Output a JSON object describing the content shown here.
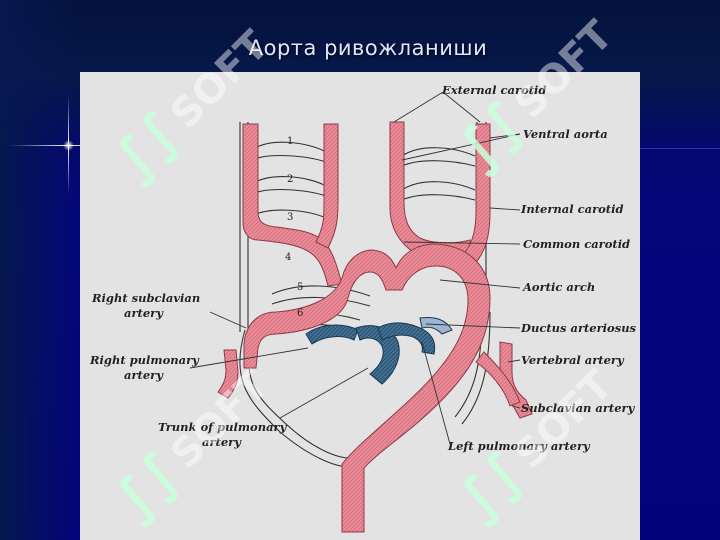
{
  "slide": {
    "title": "Аорта ривожланиши"
  },
  "watermark": {
    "text": "SOFT",
    "logo_glyph": "∫∫"
  },
  "diagram": {
    "labels": {
      "external_carotid": "External carotid",
      "ventral_aorta": "Ventral aorta",
      "internal_carotid": "Internal carotid",
      "common_carotid": "Common carotid",
      "aortic_arch": "Aortic arch",
      "ductus_arteriosus": "Ductus arteriosus",
      "vertebral_artery": "Vertebral artery",
      "subclavian_artery": "Subclavian artery",
      "left_pulmonary_artery": "Left pulmonary artery",
      "right_subclavian_artery_1": "Right subclavian",
      "right_subclavian_artery_2": "artery",
      "right_pulmonary_artery_1": "Right pulmonary",
      "right_pulmonary_artery_2": "artery",
      "trunk_of_pulmonary_artery_1": "Trunk of pulmonary",
      "trunk_of_pulmonary_artery_2": "artery"
    },
    "arch_numbers": [
      "1",
      "2",
      "3",
      "4",
      "5",
      "6"
    ]
  },
  "colors": {
    "artery": "#ea8a96",
    "artery_dark": "#b34a5a",
    "pulmonary": "#3f6f92",
    "pulmonary_light": "#9db6d4"
  }
}
